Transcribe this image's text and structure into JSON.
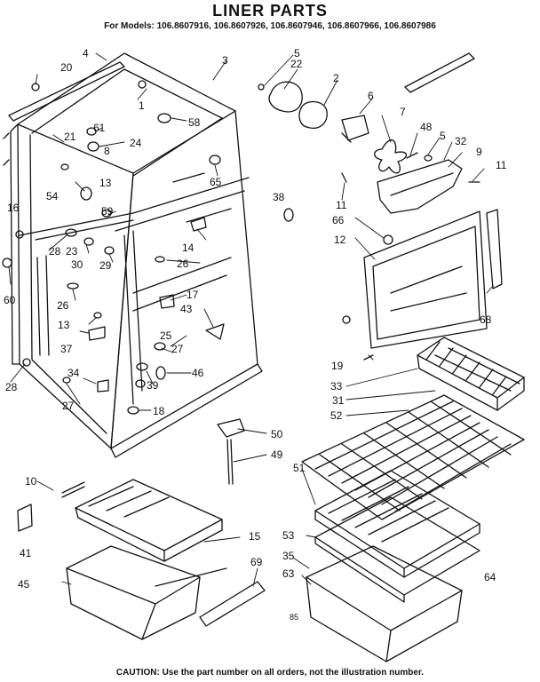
{
  "title": "LINER PARTS",
  "models_line": "For Models: 106.8607916, 106.8607926, 106.8607946, 106.8607966, 106.8607986",
  "caution": "CAUTION: Use the part number on all orders, not the illustration number.",
  "callouts": [
    {
      "id": "c4",
      "text": "4"
    },
    {
      "id": "c20",
      "text": "20"
    },
    {
      "id": "c3",
      "text": "3"
    },
    {
      "id": "c5a",
      "text": "5"
    },
    {
      "id": "c22",
      "text": "22"
    },
    {
      "id": "c2",
      "text": "2"
    },
    {
      "id": "c1",
      "text": "1"
    },
    {
      "id": "c61",
      "text": "61"
    },
    {
      "id": "c58",
      "text": "58"
    },
    {
      "id": "c21",
      "text": "21"
    },
    {
      "id": "c8",
      "text": "8"
    },
    {
      "id": "c24",
      "text": "24"
    },
    {
      "id": "c6",
      "text": "6"
    },
    {
      "id": "c7",
      "text": "7"
    },
    {
      "id": "c48",
      "text": "48"
    },
    {
      "id": "c5b",
      "text": "5"
    },
    {
      "id": "c32",
      "text": "32"
    },
    {
      "id": "c9",
      "text": "9"
    },
    {
      "id": "c11a",
      "text": "11"
    },
    {
      "id": "c11b",
      "text": "11"
    },
    {
      "id": "c54",
      "text": "54"
    },
    {
      "id": "c13a",
      "text": "13"
    },
    {
      "id": "c65",
      "text": "65"
    },
    {
      "id": "c38",
      "text": "38"
    },
    {
      "id": "c66",
      "text": "66"
    },
    {
      "id": "c12",
      "text": "12"
    },
    {
      "id": "c16",
      "text": "16"
    },
    {
      "id": "c59",
      "text": "59"
    },
    {
      "id": "c14",
      "text": "14"
    },
    {
      "id": "c28a",
      "text": "28"
    },
    {
      "id": "c23",
      "text": "23"
    },
    {
      "id": "c30",
      "text": "30"
    },
    {
      "id": "c29",
      "text": "29"
    },
    {
      "id": "c26a",
      "text": "26"
    },
    {
      "id": "c60",
      "text": "60"
    },
    {
      "id": "c26b",
      "text": "26"
    },
    {
      "id": "c17",
      "text": "17"
    },
    {
      "id": "c43",
      "text": "43"
    },
    {
      "id": "c68",
      "text": "68"
    },
    {
      "id": "c13b",
      "text": "13"
    },
    {
      "id": "c37",
      "text": "37"
    },
    {
      "id": "c25",
      "text": "25"
    },
    {
      "id": "c27a",
      "text": "27"
    },
    {
      "id": "c19",
      "text": "19"
    },
    {
      "id": "c28b",
      "text": "28"
    },
    {
      "id": "c34",
      "text": "34"
    },
    {
      "id": "c39",
      "text": "39"
    },
    {
      "id": "c46",
      "text": "46"
    },
    {
      "id": "c33",
      "text": "33"
    },
    {
      "id": "c31",
      "text": "31"
    },
    {
      "id": "c27b",
      "text": "27"
    },
    {
      "id": "c18",
      "text": "18"
    },
    {
      "id": "c52",
      "text": "52"
    },
    {
      "id": "c50",
      "text": "50"
    },
    {
      "id": "c49",
      "text": "49"
    },
    {
      "id": "c10",
      "text": "10"
    },
    {
      "id": "c51",
      "text": "51"
    },
    {
      "id": "c41",
      "text": "41"
    },
    {
      "id": "c15",
      "text": "15"
    },
    {
      "id": "c53",
      "text": "53"
    },
    {
      "id": "c45",
      "text": "45"
    },
    {
      "id": "c69",
      "text": "69"
    },
    {
      "id": "c35",
      "text": "35"
    },
    {
      "id": "c63",
      "text": "63"
    },
    {
      "id": "c64",
      "text": "64"
    },
    {
      "id": "c85",
      "text": "85"
    }
  ]
}
